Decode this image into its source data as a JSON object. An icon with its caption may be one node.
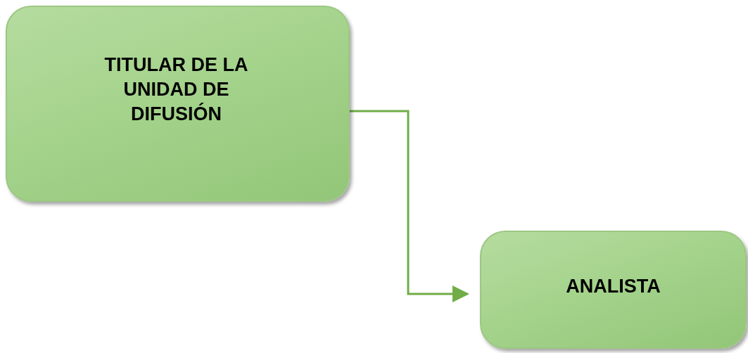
{
  "diagram": {
    "nodes": [
      {
        "text": [
          "TITULAR DE LA UNIDAD DE DIFUSIÓN"
        ]
      },
      {
        "text": [
          "ANALISTA"
        ]
      }
    ],
    "edges": [
      {
        "from": 0,
        "to": 1,
        "arrow": "to"
      }
    ]
  }
}
